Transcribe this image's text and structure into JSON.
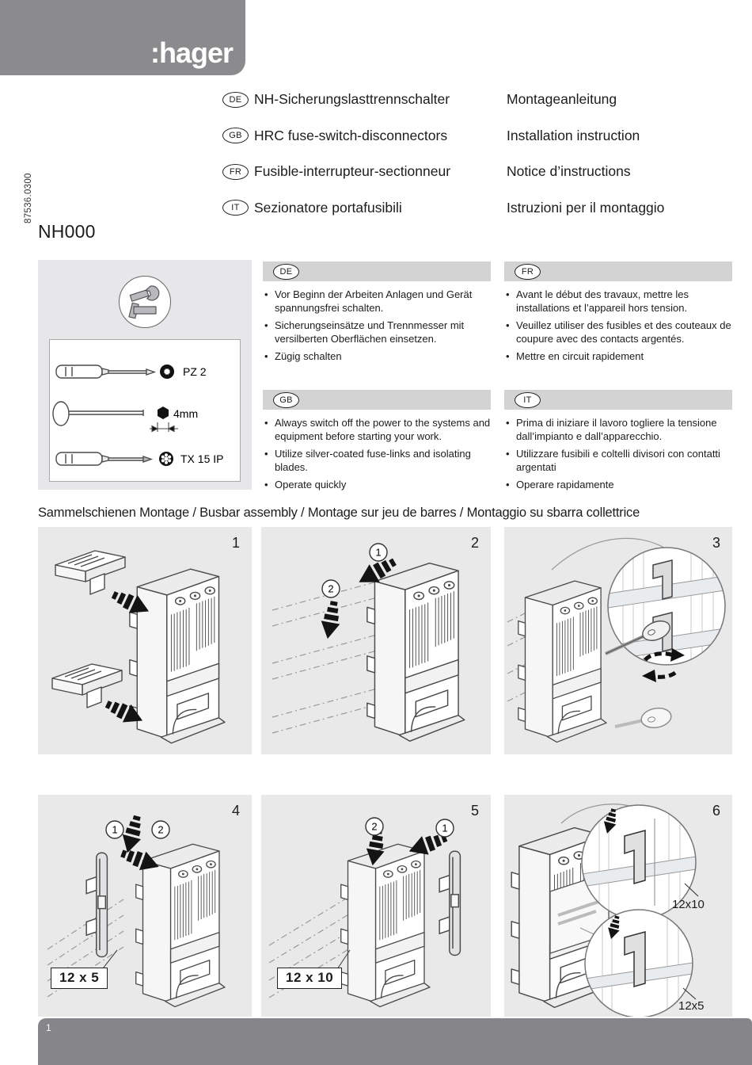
{
  "colors": {
    "header_gray": "#8b8b8e",
    "panel_gray": "#e9e9e9",
    "note_bar_gray": "#d3d3d3",
    "footer_gray": "#85858a"
  },
  "header": {
    "logo": ":hager",
    "doc_code": "87536.0300",
    "product_code": "NH000"
  },
  "languages": [
    {
      "code": "DE",
      "product": "NH-Sicherungslasttrennschalter",
      "doc": "Montageanleitung"
    },
    {
      "code": "GB",
      "product": "HRC fuse-switch-disconnectors",
      "doc": "Installation instruction"
    },
    {
      "code": "FR",
      "product": "Fusible-interrupteur-sectionneur",
      "doc": "Notice d’instructions"
    },
    {
      "code": "IT",
      "product": "Sezionatore portafusibili",
      "doc": "Istruzioni per il montaggio"
    }
  ],
  "tools": {
    "pz_label": "PZ 2",
    "hex_label": "4mm",
    "torx_label": "TX 15 IP"
  },
  "notes": {
    "de": {
      "code": "DE",
      "bullets": [
        "Vor Beginn der Arbeiten Anlagen und Gerät spannungsfrei schalten.",
        "Sicherungseinsätze und Trennmesser mit versilberten Oberflächen einsetzen.",
        "Zügig schalten"
      ]
    },
    "fr": {
      "code": "FR",
      "bullets": [
        "Avant le début des travaux, mettre les installations et l’appareil hors tension.",
        "Veuillez utiliser des fusibles et des couteaux de coupure avec des contacts argentés.",
        "Mettre en circuit rapidement"
      ]
    },
    "gb": {
      "code": "GB",
      "bullets": [
        "Always switch off the power to the systems and equipment before starting your work.",
        "Utilize silver-coated fuse-links and isolating blades.",
        "Operate quickly"
      ]
    },
    "it": {
      "code": "IT",
      "bullets": [
        "Prima di iniziare il lavoro togliere la tensione dall’impianto e dall’apparecchio.",
        "Utilizzare fusibili e coltelli divisori con contatti argentati",
        "Operare rapidamente"
      ]
    }
  },
  "section_title": "Sammelschienen Montage / Busbar assembly / Montage sur jeu de barres / Montaggio su sbarra collettrice",
  "panels": {
    "p1": {
      "num": "1"
    },
    "p2": {
      "num": "2",
      "s1": "1",
      "s2": "2"
    },
    "p3": {
      "num": "3"
    },
    "p4": {
      "num": "4",
      "s1": "1",
      "s2": "2",
      "size": "12 x 5"
    },
    "p5": {
      "num": "5",
      "s1": "1",
      "s2": "2",
      "size": "12 x 10"
    },
    "p6": {
      "num": "6",
      "size_top": "12x10",
      "size_bottom": "12x5"
    }
  },
  "footer": {
    "page": "1"
  }
}
